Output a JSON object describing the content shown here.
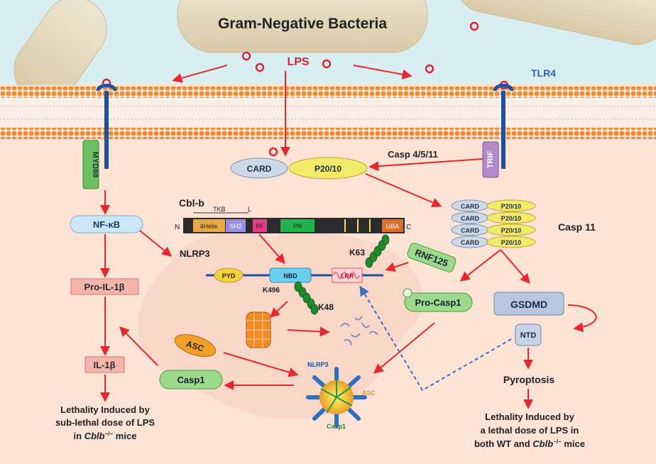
{
  "title": "Gram-Negative Bacteria",
  "lps": "LPS",
  "tlr4": "TLR4",
  "myd88": "MYD88",
  "trif": "TRIF",
  "nfkb": "NF-κB",
  "pro_il1b": "Pro-IL-1β",
  "il1b": "IL-1β",
  "card": "CARD",
  "p20": "P20/10",
  "casp4511": "Casp 4/5/11",
  "casp11": "Casp 11",
  "cblb": {
    "title": "Cbl-b",
    "tkb": "TKB",
    "l": "L",
    "n": "N",
    "c": "C",
    "fourhelix": "4Helix",
    "sh2": "SH2",
    "rf": "RF",
    "pr": "PR",
    "uba": "UBA"
  },
  "nlrp3": "NLRP3",
  "pyd": "PYD",
  "nbd": "NBD",
  "lrr": "LRR",
  "k63": "K63",
  "k496": "K496",
  "k48": "K48",
  "rnf125": "RNF125",
  "pro_casp1": "Pro-Casp1",
  "gsdmd": "GSDMD",
  "ntd": "NTD",
  "pyroptosis": "Pyroptosis",
  "asc": "ASC",
  "casp1": "Casp1",
  "inflammasome": {
    "nlrp3": "NLRP3",
    "asc": "ASC",
    "casp1": "Casp1"
  },
  "outcome_left": {
    "line1": "Lethality Induced by",
    "line2": "sub-lethal dose of LPS",
    "line3_pre": "in ",
    "line3_gene": "Cblb",
    "line3_sup": "−/−",
    "line3_post": " mice"
  },
  "outcome_right": {
    "line1": "Lethality Induced by",
    "line2": "a lethal dose of LPS in",
    "line3_pre": "both WT and ",
    "line3_gene": "Cblb",
    "line3_sup": "−/−",
    "line3_post": " mice"
  },
  "colors": {
    "arrow": "#e8262c",
    "membrane": "#ee8a2e",
    "lps": "#e02030",
    "background": "#fbe3d6",
    "extracellular": "#d8eef0",
    "bacteria": "#e8dcc4"
  }
}
